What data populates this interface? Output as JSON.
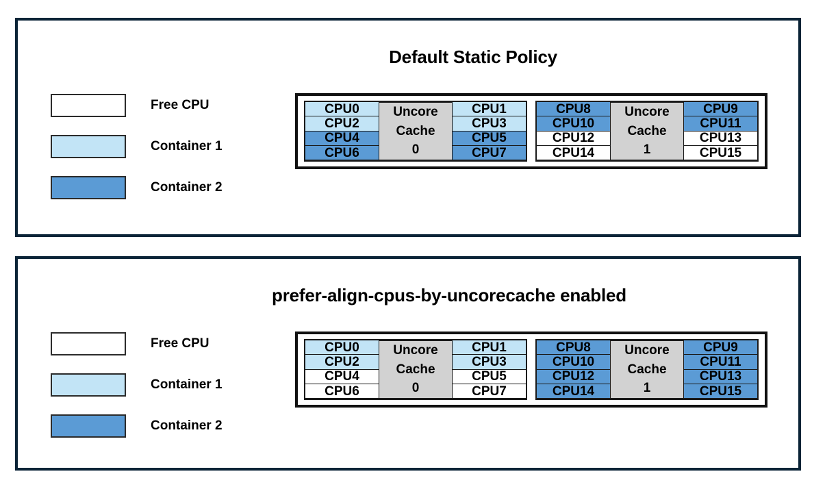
{
  "colors": {
    "panel_border": "#0b2437",
    "grid_border": "#111111",
    "cell_border": "#1a1a1a",
    "free_cpu": "#ffffff",
    "container_1": "#c2e4f6",
    "container_2": "#5b9bd5",
    "uncore_cache": "#d2d2d2",
    "text": "#000000"
  },
  "legend": {
    "items": [
      {
        "label": "Free CPU",
        "fill": "free"
      },
      {
        "label": "Container 1",
        "fill": "container1"
      },
      {
        "label": "Container 2",
        "fill": "container2"
      }
    ]
  },
  "panels": [
    {
      "id": "default-static-policy",
      "title": "Default Static Policy",
      "legend": {
        "items": [
          {
            "label": "Free CPU",
            "fill": "free"
          },
          {
            "label": "Container 1",
            "fill": "container1"
          },
          {
            "label": "Container 2",
            "fill": "container2"
          }
        ]
      },
      "groups": [
        {
          "cache_label_line1": "Uncore",
          "cache_label_line2": "Cache",
          "cache_index": "0",
          "left_column": [
            {
              "label": "CPU0",
              "fill": "container1"
            },
            {
              "label": "CPU2",
              "fill": "container1"
            },
            {
              "label": "CPU4",
              "fill": "container2"
            },
            {
              "label": "CPU6",
              "fill": "container2"
            }
          ],
          "right_column": [
            {
              "label": "CPU1",
              "fill": "container1"
            },
            {
              "label": "CPU3",
              "fill": "container1"
            },
            {
              "label": "CPU5",
              "fill": "container2"
            },
            {
              "label": "CPU7",
              "fill": "container2"
            }
          ]
        },
        {
          "cache_label_line1": "Uncore",
          "cache_label_line2": "Cache",
          "cache_index": "1",
          "left_column": [
            {
              "label": "CPU8",
              "fill": "container2"
            },
            {
              "label": "CPU10",
              "fill": "container2"
            },
            {
              "label": "CPU12",
              "fill": "free"
            },
            {
              "label": "CPU14",
              "fill": "free"
            }
          ],
          "right_column": [
            {
              "label": "CPU9",
              "fill": "container2"
            },
            {
              "label": "CPU11",
              "fill": "container2"
            },
            {
              "label": "CPU13",
              "fill": "free"
            },
            {
              "label": "CPU15",
              "fill": "free"
            }
          ]
        }
      ]
    },
    {
      "id": "prefer-align-cpus-by-uncorecache-enabled",
      "title": "prefer-align-cpus-by-uncorecache enabled",
      "legend": {
        "items": [
          {
            "label": "Free CPU",
            "fill": "free"
          },
          {
            "label": "Container 1",
            "fill": "container1"
          },
          {
            "label": "Container 2",
            "fill": "container2"
          }
        ]
      },
      "groups": [
        {
          "cache_label_line1": "Uncore",
          "cache_label_line2": "Cache",
          "cache_index": "0",
          "left_column": [
            {
              "label": "CPU0",
              "fill": "container1"
            },
            {
              "label": "CPU2",
              "fill": "container1"
            },
            {
              "label": "CPU4",
              "fill": "free"
            },
            {
              "label": "CPU6",
              "fill": "free"
            }
          ],
          "right_column": [
            {
              "label": "CPU1",
              "fill": "container1"
            },
            {
              "label": "CPU3",
              "fill": "container1"
            },
            {
              "label": "CPU5",
              "fill": "free"
            },
            {
              "label": "CPU7",
              "fill": "free"
            }
          ]
        },
        {
          "cache_label_line1": "Uncore",
          "cache_label_line2": "Cache",
          "cache_index": "1",
          "left_column": [
            {
              "label": "CPU8",
              "fill": "container2"
            },
            {
              "label": "CPU10",
              "fill": "container2"
            },
            {
              "label": "CPU12",
              "fill": "container2"
            },
            {
              "label": "CPU14",
              "fill": "container2"
            }
          ],
          "right_column": [
            {
              "label": "CPU9",
              "fill": "container2"
            },
            {
              "label": "CPU11",
              "fill": "container2"
            },
            {
              "label": "CPU13",
              "fill": "container2"
            },
            {
              "label": "CPU15",
              "fill": "container2"
            }
          ]
        }
      ]
    }
  ]
}
